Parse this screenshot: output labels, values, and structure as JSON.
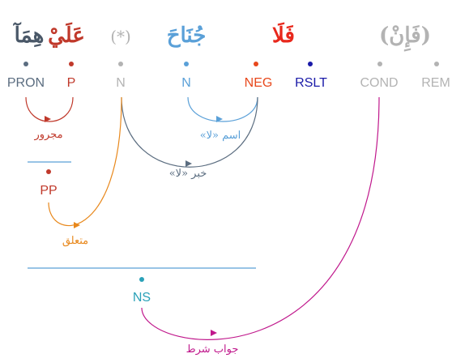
{
  "words": [
    {
      "id": "w_rem_cond",
      "text": "(فَإِنْ)",
      "color": "#b3b3b3"
    },
    {
      "id": "w_neg",
      "text": "فَلَا",
      "color": "#e8281c"
    },
    {
      "id": "w_junah",
      "text": "جُنَاحَ",
      "color": "#5aa0d8"
    },
    {
      "id": "w_star",
      "text": "(*)",
      "color": "#b3b3b3"
    },
    {
      "id": "w_alayhima_a",
      "text": "عَلَيْ",
      "color": "#c0392b"
    },
    {
      "id": "w_alayhima_b",
      "text": "هِمَآ",
      "color": "#4a5868"
    }
  ],
  "tags": [
    {
      "id": "t_pron",
      "label": "PRON",
      "color": "#5b6d80"
    },
    {
      "id": "t_p",
      "label": "P",
      "color": "#c0392b"
    },
    {
      "id": "t_n1",
      "label": "N",
      "color": "#b3b3b3"
    },
    {
      "id": "t_n2",
      "label": "N",
      "color": "#5aa0d8"
    },
    {
      "id": "t_neg",
      "label": "NEG",
      "color": "#e8481c"
    },
    {
      "id": "t_rslt",
      "label": "RSLT",
      "color": "#1a1aa8"
    },
    {
      "id": "t_cond",
      "label": "COND",
      "color": "#b3b3b3"
    },
    {
      "id": "t_rem",
      "label": "REM",
      "color": "#b3b3b3"
    },
    {
      "id": "t_pp",
      "label": "PP",
      "color": "#c0392b"
    },
    {
      "id": "t_ns",
      "label": "NS",
      "color": "#2aa1b8"
    }
  ],
  "relations": [
    {
      "id": "r_majrur",
      "label": "مجرور",
      "color": "#c0392b"
    },
    {
      "id": "r_ism_la",
      "label": "اسم «لا»",
      "color": "#5aa0d8"
    },
    {
      "id": "r_khabar_la",
      "label": "خبر «لا»",
      "color": "#5b6d80"
    },
    {
      "id": "r_mutaallaq",
      "label": "متعلق",
      "color": "#e8881c"
    },
    {
      "id": "r_jawab_shart",
      "label": "جواب شرط",
      "color": "#c0188c"
    }
  ]
}
